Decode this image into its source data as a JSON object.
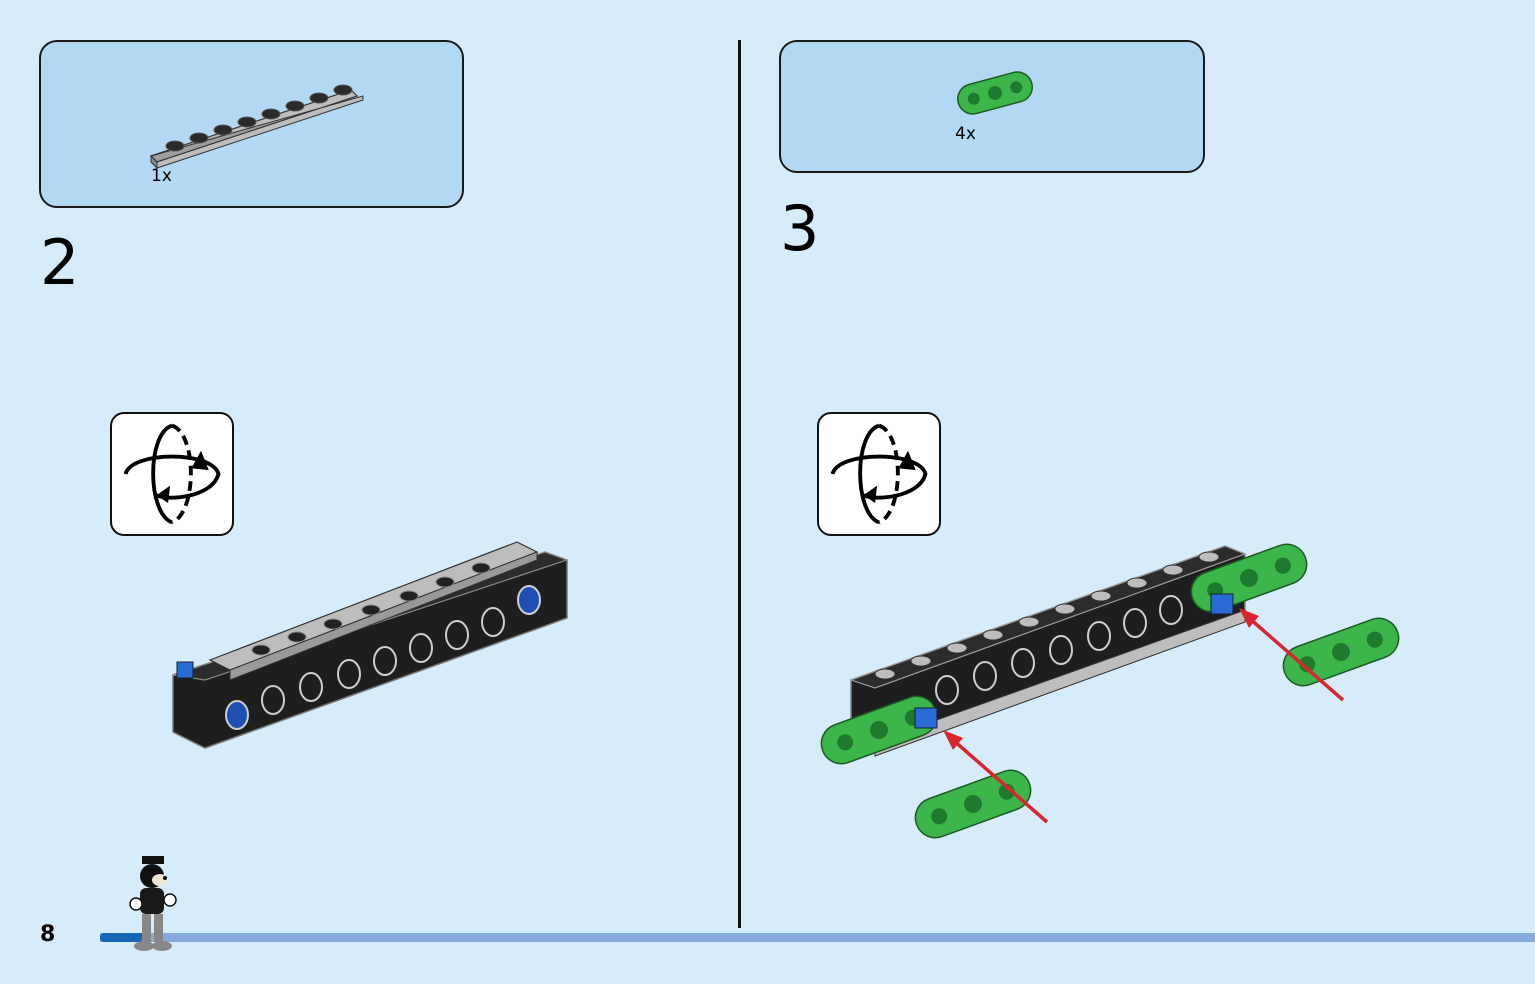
{
  "page": {
    "number": "8"
  },
  "progress": {
    "fraction": 0.035
  },
  "steps": [
    {
      "number": "2",
      "parts": [
        {
          "qty": "1x",
          "part": "gray-plate-1x8"
        }
      ],
      "rotate_icon": "rotate-model-icon"
    },
    {
      "number": "3",
      "parts": [
        {
          "qty": "4x",
          "part": "green-beam-3"
        }
      ],
      "rotate_icon": "rotate-model-icon"
    }
  ],
  "colors": {
    "background": "#d6ecfa",
    "parts_box": "#b3d8f4",
    "technic_green": "#3cb54a",
    "pin_blue": "#2a6bd6",
    "brick_black": "#1e1e1e",
    "plate_gray": "#bdbdbd",
    "arrow_red": "#d9262e",
    "progress": "#1566b4"
  }
}
